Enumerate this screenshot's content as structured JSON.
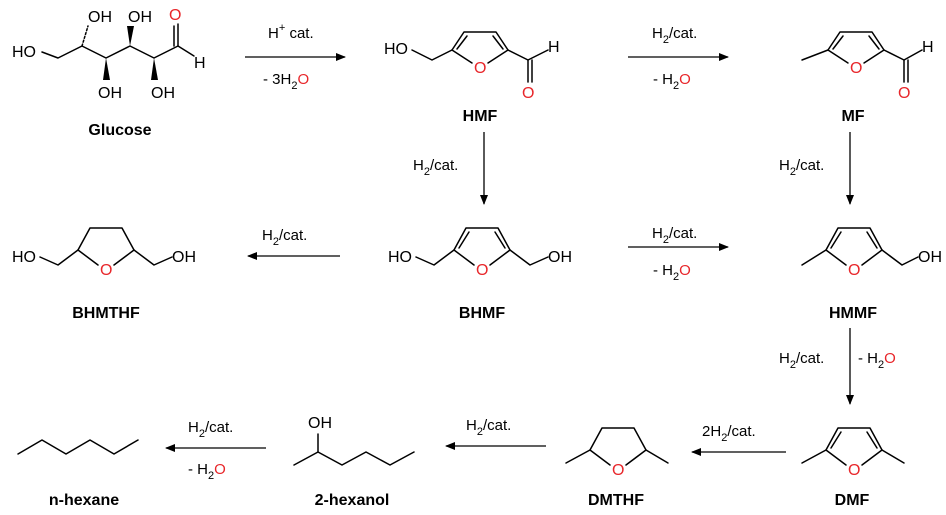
{
  "compounds": {
    "glucose": "Glucose",
    "hmf": "HMF",
    "mf": "MF",
    "bhmthf": "BHMTHF",
    "bhmf": "BHMF",
    "hmmf": "HMMF",
    "dmf": "DMF",
    "dmthf": "DMTHF",
    "hexanol": "2-hexanol",
    "hexane": "n-hexane"
  },
  "reagents": {
    "acid_label": "H",
    "acid_sup": "+",
    "acid_rest": " cat.",
    "minus": "- ",
    "three": "3",
    "two": "2",
    "h": "H",
    "o": "O",
    "cat": "/cat.",
    "two_h": "2H"
  },
  "atoms": {
    "oh": "OH",
    "ho": "HO",
    "o": "O",
    "h": "H"
  },
  "colors": {
    "oxygen": "#e8262a",
    "bond": "#000000"
  }
}
